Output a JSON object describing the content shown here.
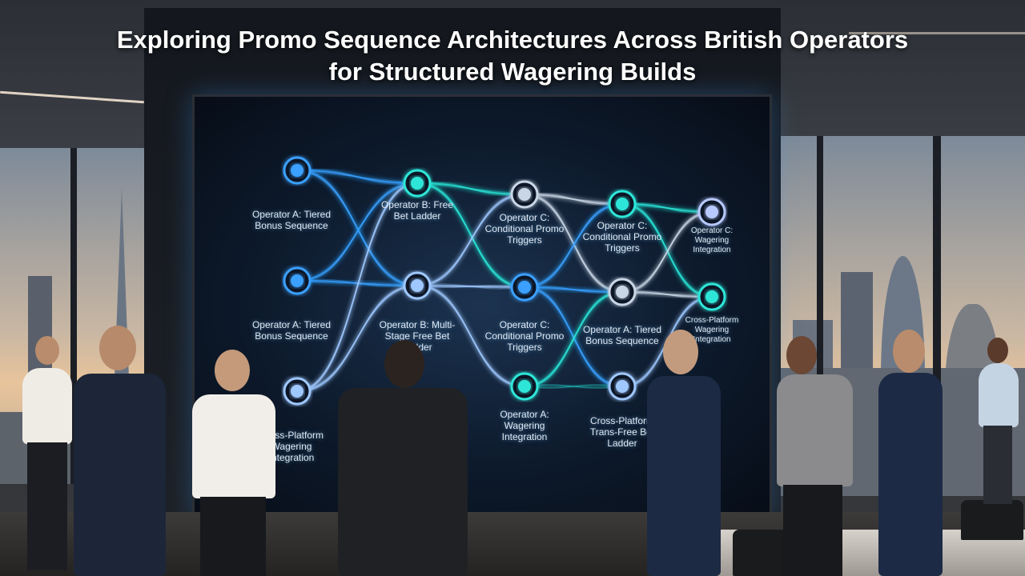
{
  "title": "Exploring Promo Sequence Architectures Across British Operators for Structured Wagering Builds",
  "screen": {
    "nodes": [
      {
        "label": "Operator A: Tiered Bonus Sequence",
        "color": "#3aa0ff"
      },
      {
        "label": "Operator A: Tiered Bonus Sequence",
        "color": "#3aa0ff"
      },
      {
        "label": "Cross-Platform Wagering Integration",
        "color": "#9fc8ff"
      },
      {
        "label": "Operator B: Free Bet Ladder",
        "color": "#2fe6d8"
      },
      {
        "label": "Operator B: Multi-Stage Free Bet Ladder",
        "color": "#9fc8ff"
      },
      {
        "label": "Operator C: Conditional Promo Triggers",
        "color": "#c9d6e6"
      },
      {
        "label": "Operator C: Conditional Promo Triggers",
        "color": "#3aa0ff"
      },
      {
        "label": "Operator A: Wagering Integration",
        "color": "#2fe6d8"
      },
      {
        "label": "Operator C: Conditional Promo Triggers",
        "color": "#2fe6d8"
      },
      {
        "label": "Operator A: Tiered Bonus Sequence",
        "color": "#c9d6e6"
      },
      {
        "label": "Cross-Platform Trans-Free Bet Ladder",
        "color": "#9fc8ff"
      },
      {
        "label": "Operator C: Wagering Integration",
        "color": "#b8c9ff"
      },
      {
        "label": "Cross-Platform Wagering Integration",
        "color": "#2fe6d8"
      }
    ]
  }
}
